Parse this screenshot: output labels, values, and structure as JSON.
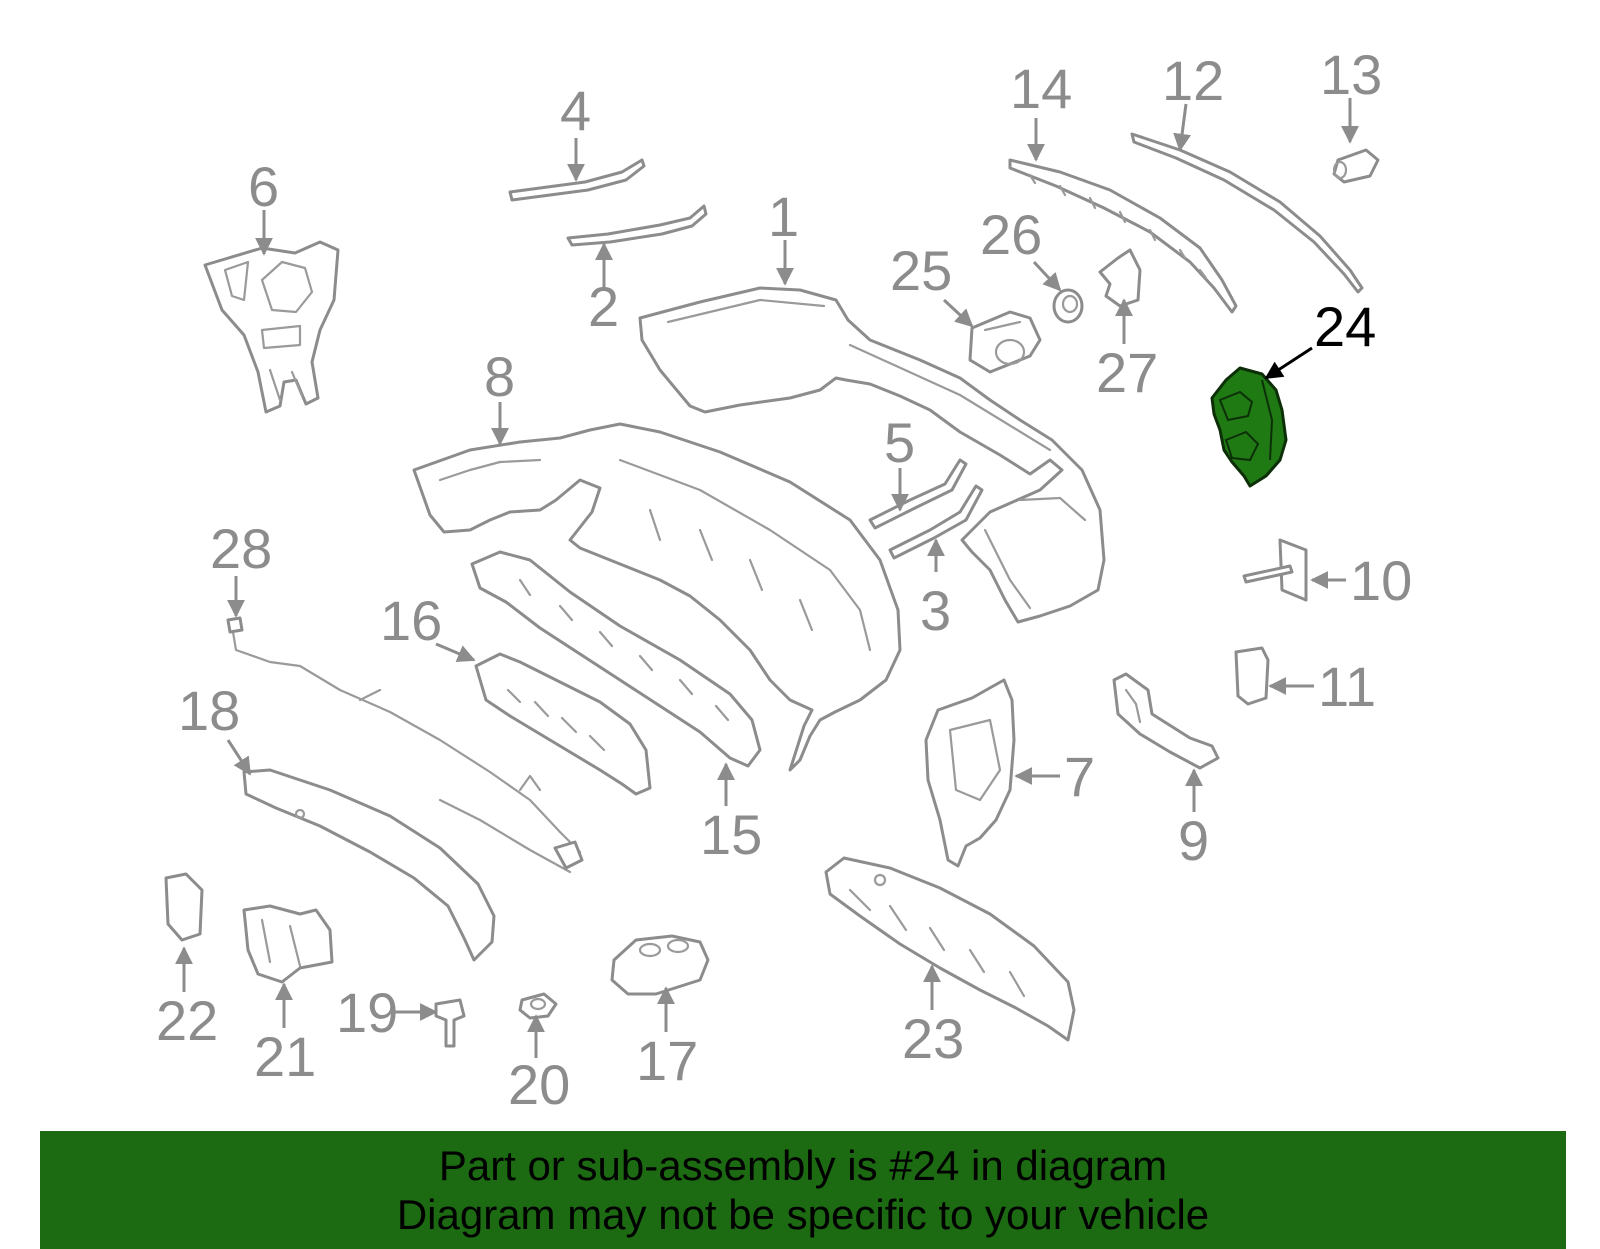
{
  "highlight": {
    "part_number": "24",
    "color": "#1c6b12"
  },
  "callouts": [
    "1",
    "2",
    "3",
    "4",
    "5",
    "6",
    "7",
    "8",
    "9",
    "10",
    "11",
    "12",
    "13",
    "14",
    "15",
    "16",
    "17",
    "18",
    "19",
    "20",
    "21",
    "22",
    "23",
    "24",
    "25",
    "26",
    "27",
    "28"
  ],
  "banner": {
    "line1": "Part or sub-assembly is #24 in diagram",
    "line2": "Diagram may not be specific to your vehicle"
  }
}
